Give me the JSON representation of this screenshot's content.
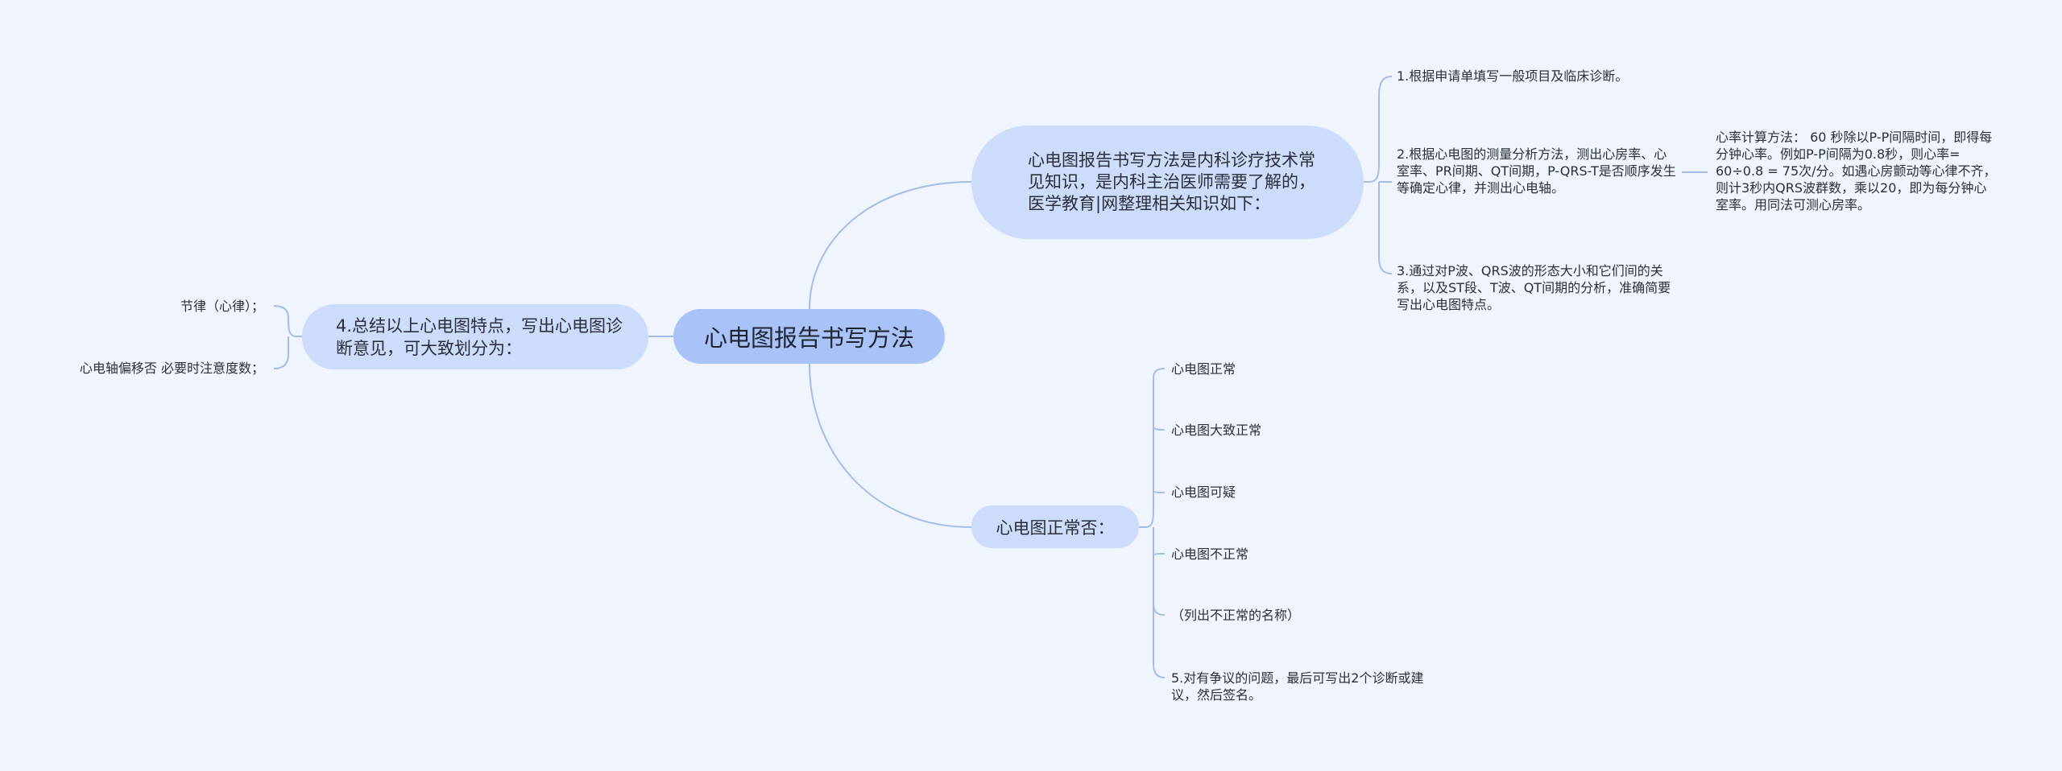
{
  "root": {
    "label": "心电图报告书写方法"
  },
  "branches": {
    "intro": {
      "label": "心电图报告书写方法是内科诊疗技术常见知识，是内科主治医师需要了解的，医学教育|网整理相关知识如下：",
      "children": [
        "1.根据申请单填写一般项目及临床诊断。",
        "2.根据心电图的测量分析方法，测出心房率、心室率、PR间期、QT间期，P-QRS-T是否顺序发生等确定心律，并测出心电轴。",
        "3.通过对P波、QRS波的形态大小和它们间的关系，以及ST段、T波、QT间期的分析，准确简要写出心电图特点。"
      ],
      "heart_rate_note": "心率计算方法：  60 秒除以P-P间隔时间，即得每分钟心率。例如P-P间隔为0.8秒，则心率= 60÷0.8 = 75次/分。如遇心房颤动等心律不齐，则计3秒内QRS波群数，乘以20，即为每分钟心室率。用同法可测心房率。"
    },
    "summary": {
      "label": "4.总结以上心电图特点，写出心电图诊断意见，可大致划分为：",
      "children": [
        "节律（心律）；",
        "心电轴偏移否   必要时注意度数；"
      ]
    },
    "normal": {
      "label": "心电图正常否：",
      "children": [
        "心电图正常",
        "心电图大致正常",
        "心电图可疑",
        "心电图不正常",
        "（列出不正常的名称）",
        "5.对有争议的问题，最后可写出2个诊断或建议，然后签名。"
      ]
    }
  },
  "colors": {
    "background": "#eff4fd",
    "root_fill": "#a9c2f7",
    "branch_fill": "#cddcfb",
    "connector": "#a5bde6"
  }
}
